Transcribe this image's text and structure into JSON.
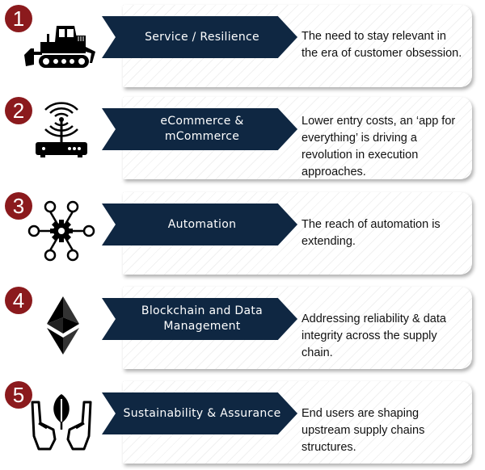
{
  "items": [
    {
      "number": "1",
      "title": "Service / Resilience",
      "description": "The need to stay relevant in the era of customer obsession.",
      "icon": "bulldozer-icon"
    },
    {
      "number": "2",
      "title": "eCommerce & mCommerce",
      "description": "Lower entry costs,  an ‘app for everything’  is driving a revolution in execution approaches.",
      "icon": "wifi-router-icon"
    },
    {
      "number": "3",
      "title": "Automation",
      "description": "The reach of automation is extending.",
      "icon": "gear-network-icon"
    },
    {
      "number": "4",
      "title": "Blockchain and Data Management",
      "description": "Addressing reliability & data integrity across the supply chain.",
      "icon": "ethereum-icon"
    },
    {
      "number": "5",
      "title": "Sustainability & Assurance",
      "description": "End users are shaping upstream supply chains structures.",
      "icon": "hands-leaf-icon"
    }
  ],
  "colors": {
    "number_badge": "#8b1a1d",
    "banner": "#0f2742",
    "icon": "#000000"
  }
}
